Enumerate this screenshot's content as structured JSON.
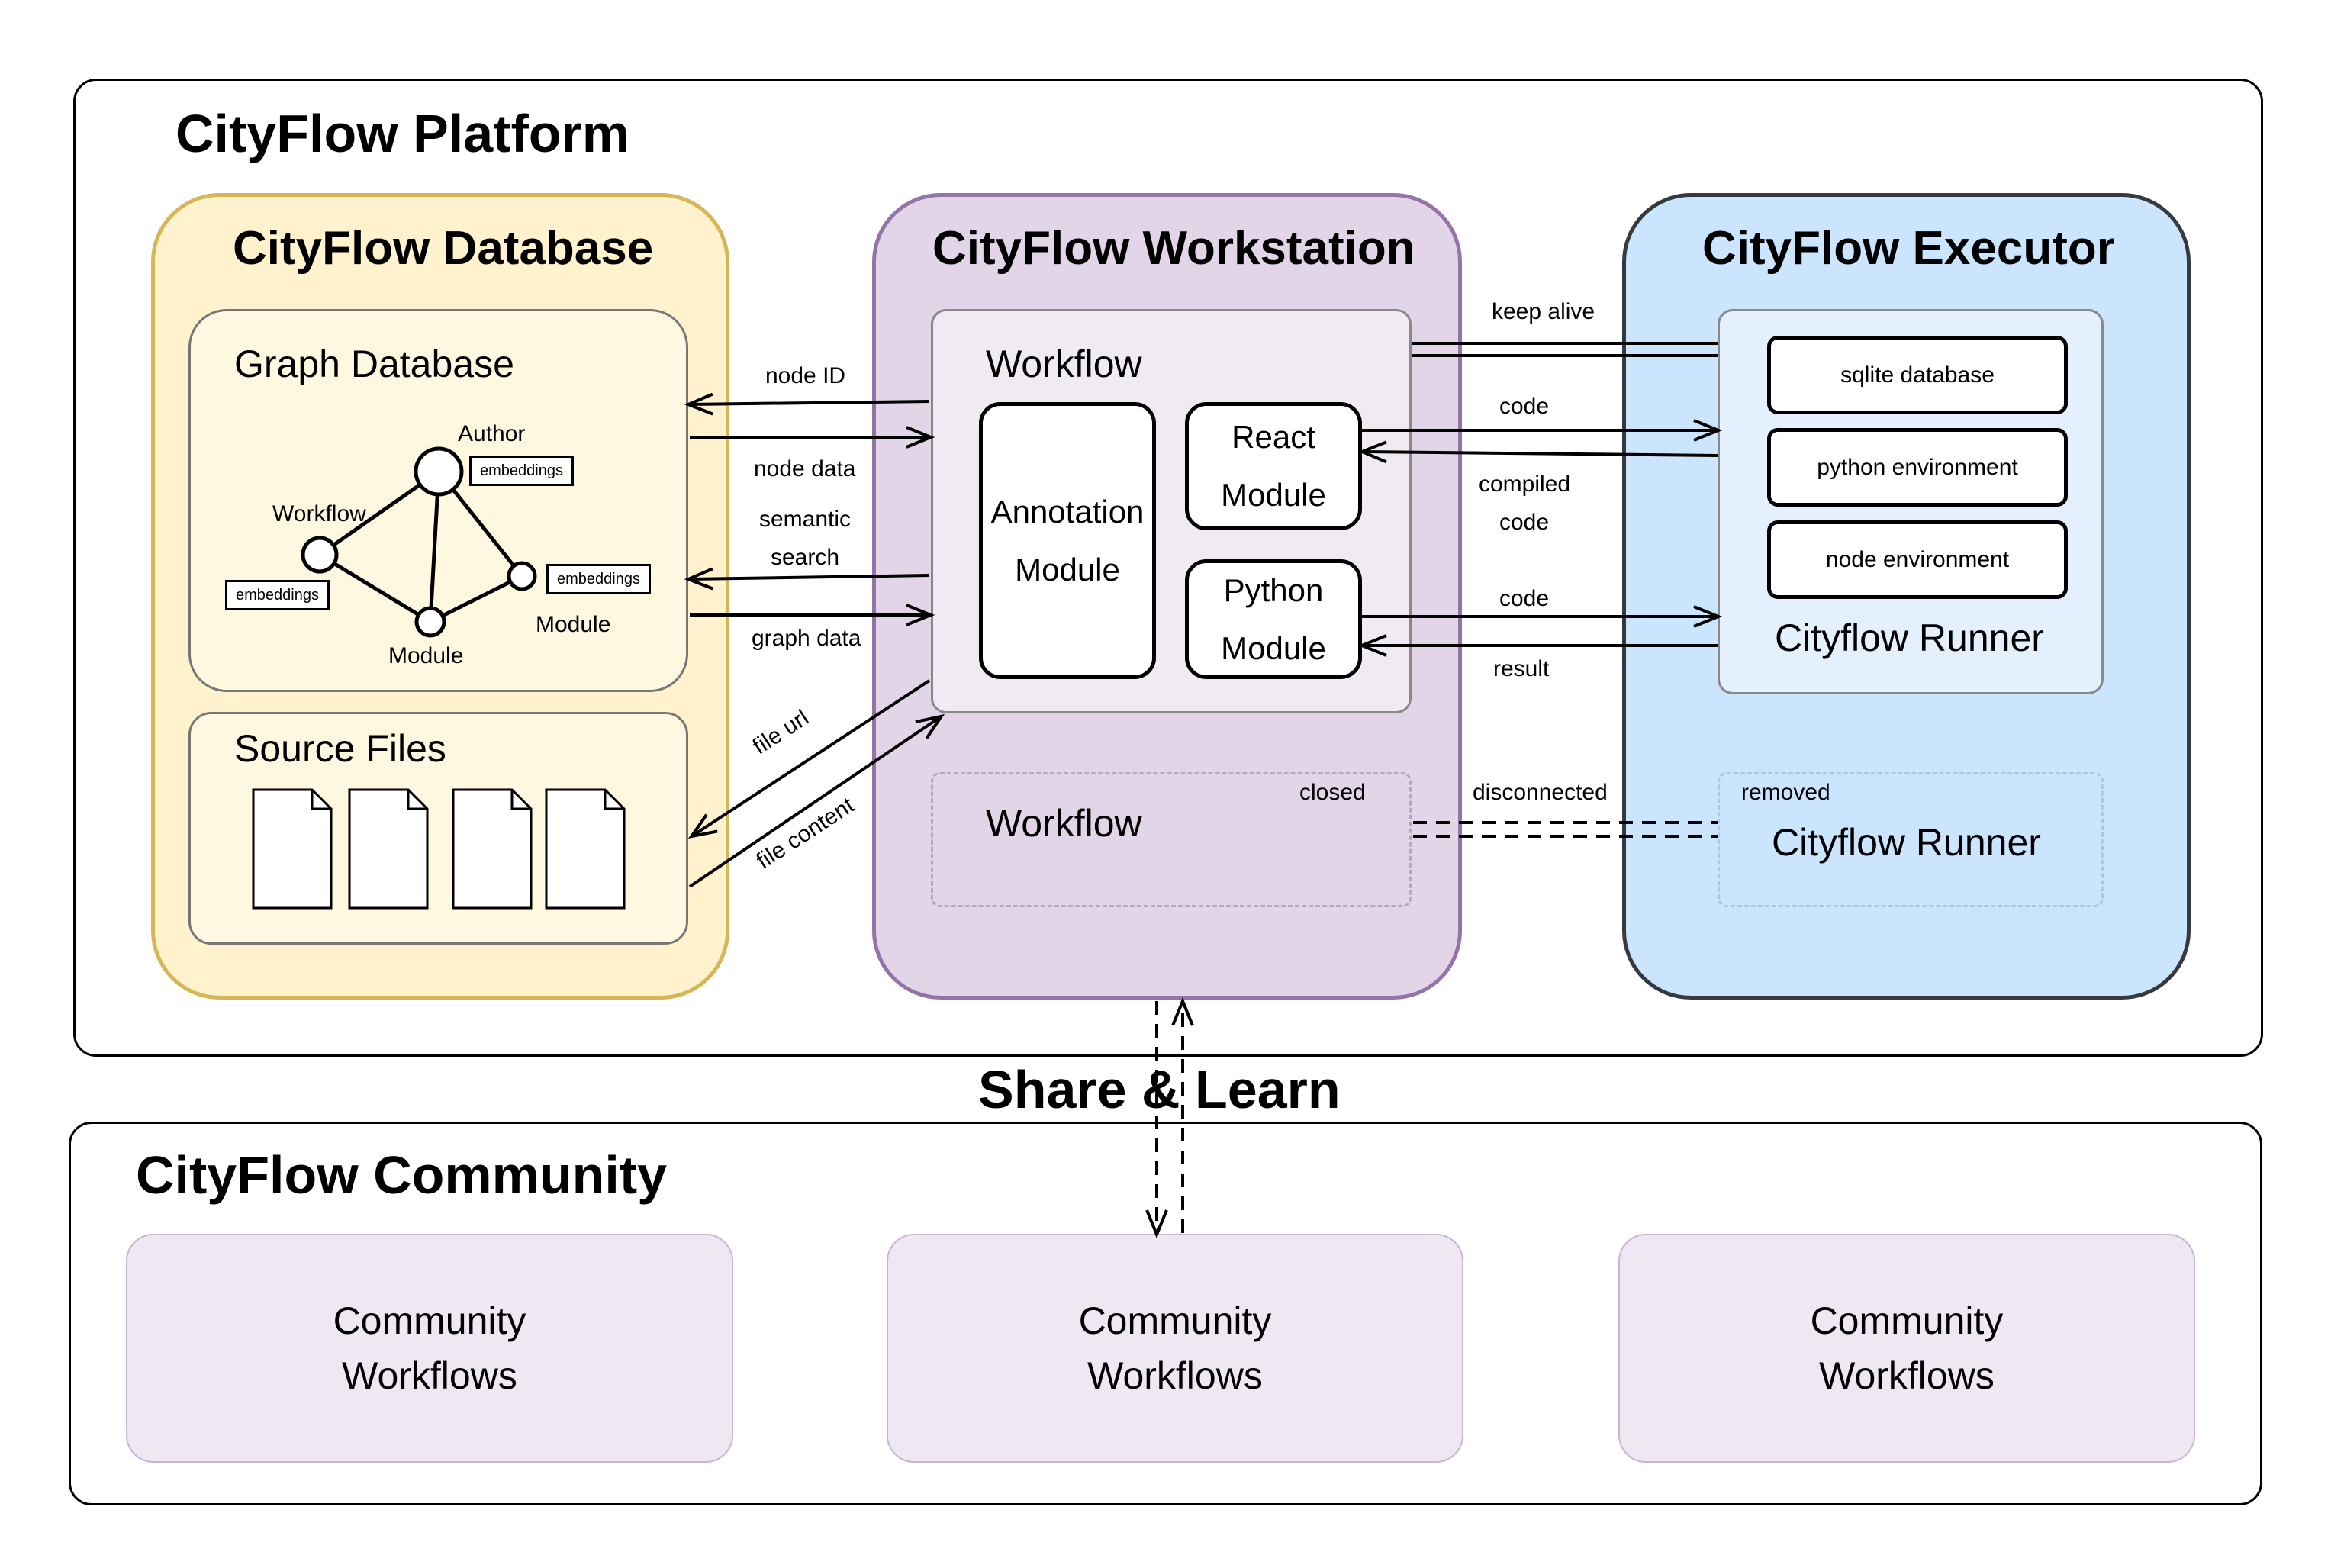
{
  "platform": {
    "title": "CityFlow Platform"
  },
  "database": {
    "title": "CityFlow Database",
    "graph": {
      "title": "Graph Database",
      "nodes": {
        "author": "Author",
        "workflow": "Workflow",
        "module_right": "Module",
        "module_bottom": "Module"
      },
      "embeddings": [
        "embeddings",
        "embeddings",
        "embeddings"
      ]
    },
    "source_files": {
      "title": "Source Files",
      "files": [
        "File",
        "File",
        "File",
        "File"
      ]
    }
  },
  "workstation": {
    "title": "CityFlow Workstation",
    "workflow_active": {
      "title": "Workflow",
      "annotation_module": [
        "Annotation",
        "Module"
      ],
      "react_module": [
        "React",
        "Module"
      ],
      "python_module": [
        "Python",
        "Module"
      ]
    },
    "workflow_closed": {
      "title": "Workflow",
      "status": "closed"
    }
  },
  "executor": {
    "title": "CityFlow Executor",
    "runner_active": {
      "environments": [
        "sqlite database",
        "python environment",
        "node environment"
      ],
      "title": "Cityflow Runner"
    },
    "runner_removed": {
      "title": "Cityflow Runner",
      "status": "removed"
    }
  },
  "edges": {
    "node_id": "node ID",
    "node_data": "node data",
    "semantic_search": [
      "semantic",
      "search"
    ],
    "graph_data": "graph data",
    "file_url": "file url",
    "file_content": "file content",
    "keep_alive": "keep alive",
    "code_react": "code",
    "compiled_code": [
      "compiled",
      "code"
    ],
    "code_python": "code",
    "result": "result",
    "disconnected": "disconnected"
  },
  "share_learn": "Share & Learn",
  "community": {
    "title": "CityFlow Community",
    "workflows": [
      [
        "Community",
        "Workflows"
      ],
      [
        "Community",
        "Workflows"
      ],
      [
        "Community",
        "Workflows"
      ]
    ]
  },
  "colors": {
    "database_fill": "#fff2cc",
    "database_stroke": "#d6b656",
    "workstation_fill": "#e1d5e7",
    "workstation_stroke": "#9673a6",
    "executor_fill": "#cce5ff",
    "executor_stroke": "#36393d",
    "community_fill": "#efe8f2"
  }
}
